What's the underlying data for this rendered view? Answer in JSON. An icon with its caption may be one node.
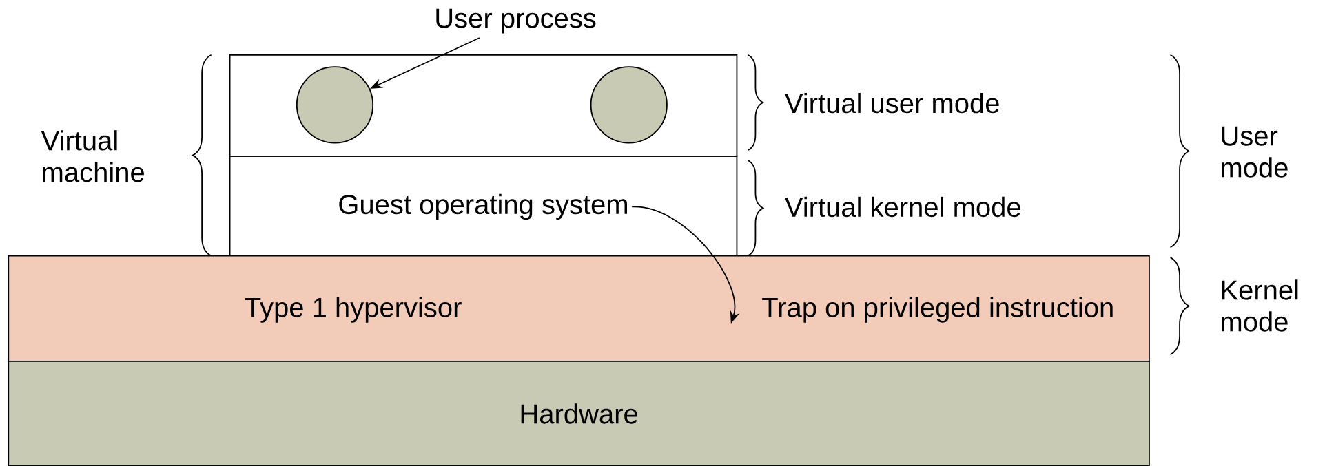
{
  "diagram": {
    "nodes": [
      {
        "text": [],
        "shape": "box"
      },
      {
        "text": [],
        "shape": "circle",
        "in": 0
      },
      {
        "text": [],
        "shape": "circle",
        "in": 0
      },
      {
        "text": [
          "Guest operating system"
        ]
      },
      {
        "text": [
          "Type 1 hypervisor",
          "Trap on privileged instruction"
        ]
      },
      {
        "text": [
          "Hardware"
        ]
      },
      {
        "text": [
          "User process"
        ]
      }
    ],
    "edges": [
      {
        "from": 6,
        "to": 1,
        "arrow": "to"
      },
      {
        "from": 3,
        "to": 4,
        "arrow": "to"
      }
    ],
    "labels": [
      "Virtual user mode",
      "Virtual machine",
      "User mode",
      "Virtual kernel mode",
      "Kernel mode"
    ]
  }
}
